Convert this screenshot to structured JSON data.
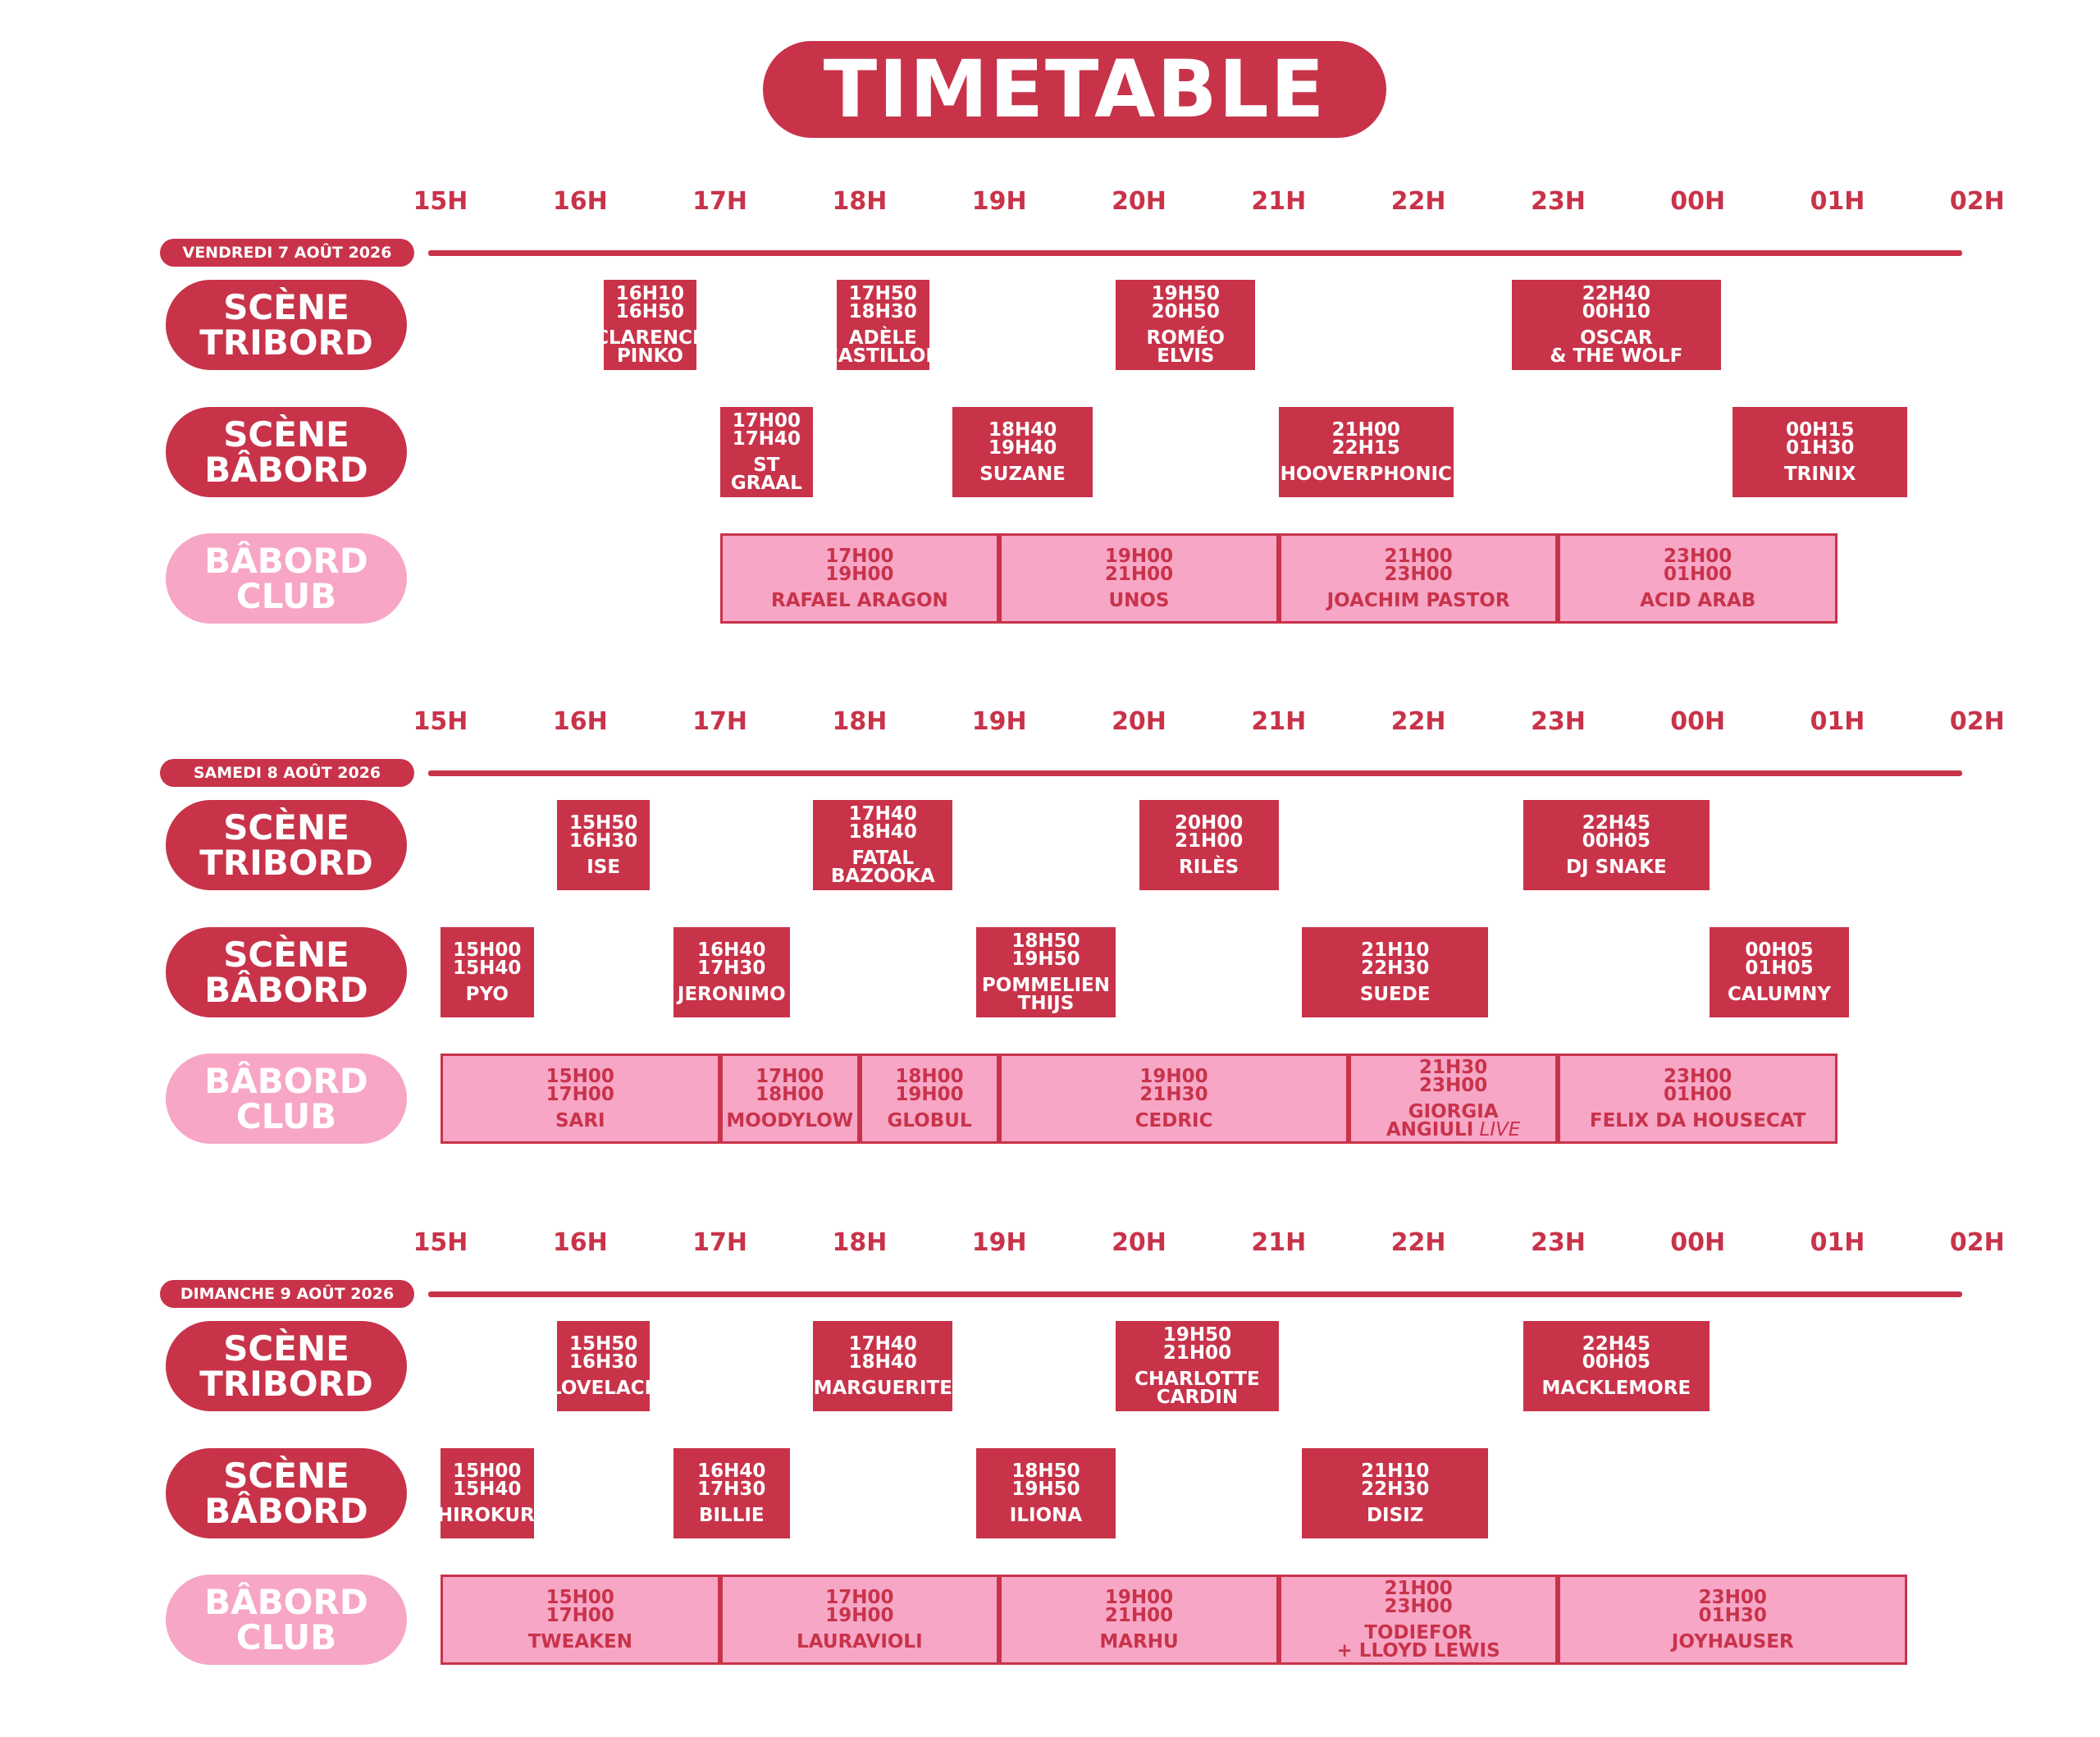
{
  "title": "TIMETABLE",
  "hours": [
    "15H",
    "16H",
    "17H",
    "18H",
    "19H",
    "20H",
    "21H",
    "22H",
    "23H",
    "00H",
    "01H",
    "02H"
  ],
  "colors": {
    "accent": "#c8334a",
    "club": "#f7a6c6",
    "background": "#ffffff"
  },
  "stages": [
    {
      "line1": "SCÈNE",
      "line2": "TRIBORD",
      "type": "main"
    },
    {
      "line1": "SCÈNE",
      "line2": "BÂBORD",
      "type": "main"
    },
    {
      "line1": "BÂBORD",
      "line2": "CLUB",
      "type": "club"
    }
  ],
  "days": [
    {
      "date": "VENDREDI 7 AOÛT 2026",
      "rows": [
        [
          {
            "start": "16H10",
            "end": "16H50",
            "name": "CLARENCE\nPINKO"
          },
          {
            "start": "17H50",
            "end": "18H30",
            "name": "ADÈLE\nCASTILLON"
          },
          {
            "start": "19H50",
            "end": "20H50",
            "name": "ROMÉO\nELVIS"
          },
          {
            "start": "22H40",
            "end": "00H10",
            "name": "OSCAR\n& THE WOLF"
          }
        ],
        [
          {
            "start": "17H00",
            "end": "17H40",
            "name": "ST GRAAL"
          },
          {
            "start": "18H40",
            "end": "19H40",
            "name": "SUZANE"
          },
          {
            "start": "21H00",
            "end": "22H15",
            "name": "HOOVERPHONIC"
          },
          {
            "start": "00H15",
            "end": "01H30",
            "name": "TRINIX"
          }
        ],
        [
          {
            "start": "17H00",
            "end": "19H00",
            "name": "RAFAEL ARAGON"
          },
          {
            "start": "19H00",
            "end": "21H00",
            "name": "UNOS"
          },
          {
            "start": "21H00",
            "end": "23H00",
            "name": "JOACHIM PASTOR"
          },
          {
            "start": "23H00",
            "end": "01H00",
            "name": "ACID ARAB"
          }
        ]
      ]
    },
    {
      "date": "SAMEDI 8 AOÛT 2026",
      "rows": [
        [
          {
            "start": "15H50",
            "end": "16H30",
            "name": "ISE"
          },
          {
            "start": "17H40",
            "end": "18H40",
            "name": "FATAL\nBAZOOKA"
          },
          {
            "start": "20H00",
            "end": "21H00",
            "name": "RILÈS"
          },
          {
            "start": "22H45",
            "end": "00H05",
            "name": "DJ SNAKE"
          }
        ],
        [
          {
            "start": "15H00",
            "end": "15H40",
            "name": "PYO"
          },
          {
            "start": "16H40",
            "end": "17H30",
            "name": "JERONIMO"
          },
          {
            "start": "18H50",
            "end": "19H50",
            "name": "POMMELIEN\nTHIJS"
          },
          {
            "start": "21H10",
            "end": "22H30",
            "name": "SUEDE"
          },
          {
            "start": "00H05",
            "end": "01H05",
            "name": "CALUMNY"
          }
        ],
        [
          {
            "start": "15H00",
            "end": "17H00",
            "name": "SARI"
          },
          {
            "start": "17H00",
            "end": "18H00",
            "name": "MOODYLOW"
          },
          {
            "start": "18H00",
            "end": "19H00",
            "name": "GLOBUL"
          },
          {
            "start": "19H00",
            "end": "21H30",
            "name": "CEDRIC"
          },
          {
            "start": "21H30",
            "end": "23H00",
            "name": "GIORGIA\nANGIULI",
            "live": "LIVE"
          },
          {
            "start": "23H00",
            "end": "01H00",
            "name": "FELIX DA HOUSECAT"
          }
        ]
      ]
    },
    {
      "date": "DIMANCHE 9 AOÛT 2026",
      "rows": [
        [
          {
            "start": "15H50",
            "end": "16H30",
            "name": "LOVELACE"
          },
          {
            "start": "17H40",
            "end": "18H40",
            "name": "MARGUERITE"
          },
          {
            "start": "19H50",
            "end": "21H00",
            "name": "CHARLOTTE\nCARDIN"
          },
          {
            "start": "22H45",
            "end": "00H05",
            "name": "MACKLEMORE"
          }
        ],
        [
          {
            "start": "15H00",
            "end": "15H40",
            "name": "SHIROKURO"
          },
          {
            "start": "16H40",
            "end": "17H30",
            "name": "BILLIE"
          },
          {
            "start": "18H50",
            "end": "19H50",
            "name": "ILIONA"
          },
          {
            "start": "21H10",
            "end": "22H30",
            "name": "DISIZ"
          }
        ],
        [
          {
            "start": "15H00",
            "end": "17H00",
            "name": "TWEAKEN"
          },
          {
            "start": "17H00",
            "end": "19H00",
            "name": "LAURAVIOLI"
          },
          {
            "start": "19H00",
            "end": "21H00",
            "name": "MARHU"
          },
          {
            "start": "21H00",
            "end": "23H00",
            "name": "TODIEFOR\n+ LLOYD LEWIS"
          },
          {
            "start": "23H00",
            "end": "01H30",
            "name": "JOYHAUSER"
          }
        ]
      ]
    }
  ]
}
